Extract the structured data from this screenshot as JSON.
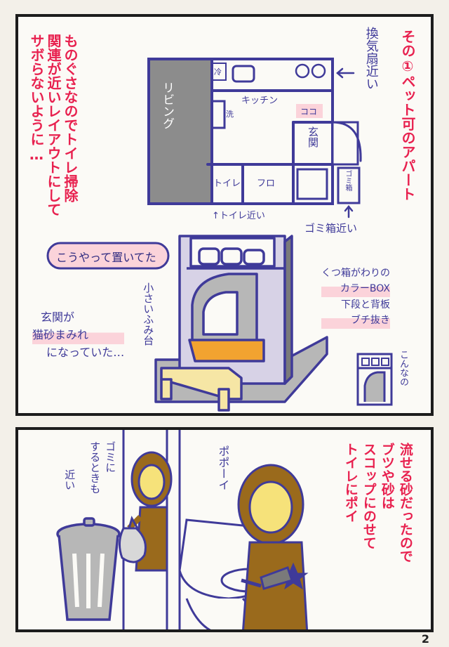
{
  "panel1": {
    "narration_right": "その①ペット可のアパート",
    "narration_left": [
      "ものぐさなのでトイレ掃除",
      "関連が近いレイアウトにして",
      "サボらないように…"
    ],
    "note_fan": "換気扇近い",
    "note_toilet": "↑トイレ近い",
    "note_trash": "ゴミ箱近い",
    "floorplan": {
      "living": "リビング",
      "kitchen": "キッチン",
      "fridge": "冷",
      "washer": "洗",
      "here": "ココ",
      "entrance": "玄関",
      "toilet": "トイレ",
      "bath": "フロ",
      "trash": "ゴミ箱"
    },
    "caption_box": "こうやって置いてた",
    "note_step": "小さいふみ台",
    "note_litter": [
      "玄関が",
      "猫砂まみれ",
      "になっていた…"
    ],
    "note_shelf": [
      "くつ箱がわりの",
      "カラーBOX",
      "下段と背板",
      "ブチ抜き"
    ],
    "note_example": "こんなの"
  },
  "panel2": {
    "note_trash": [
      "ゴミに",
      "するときも",
      "近い"
    ],
    "sfx": "ポポーイ",
    "narration": [
      "流せる砂だったので",
      "ブツや砂は",
      "スコップにのせて",
      "トイレにポイ"
    ]
  },
  "page_number": "2",
  "colors": {
    "accent_red": "#e8214f",
    "ink_blue": "#3f3a99",
    "highlight_pink": "#fbd3da",
    "character_brown": "#9a6a1c",
    "litter_orange": "#f2a330"
  }
}
